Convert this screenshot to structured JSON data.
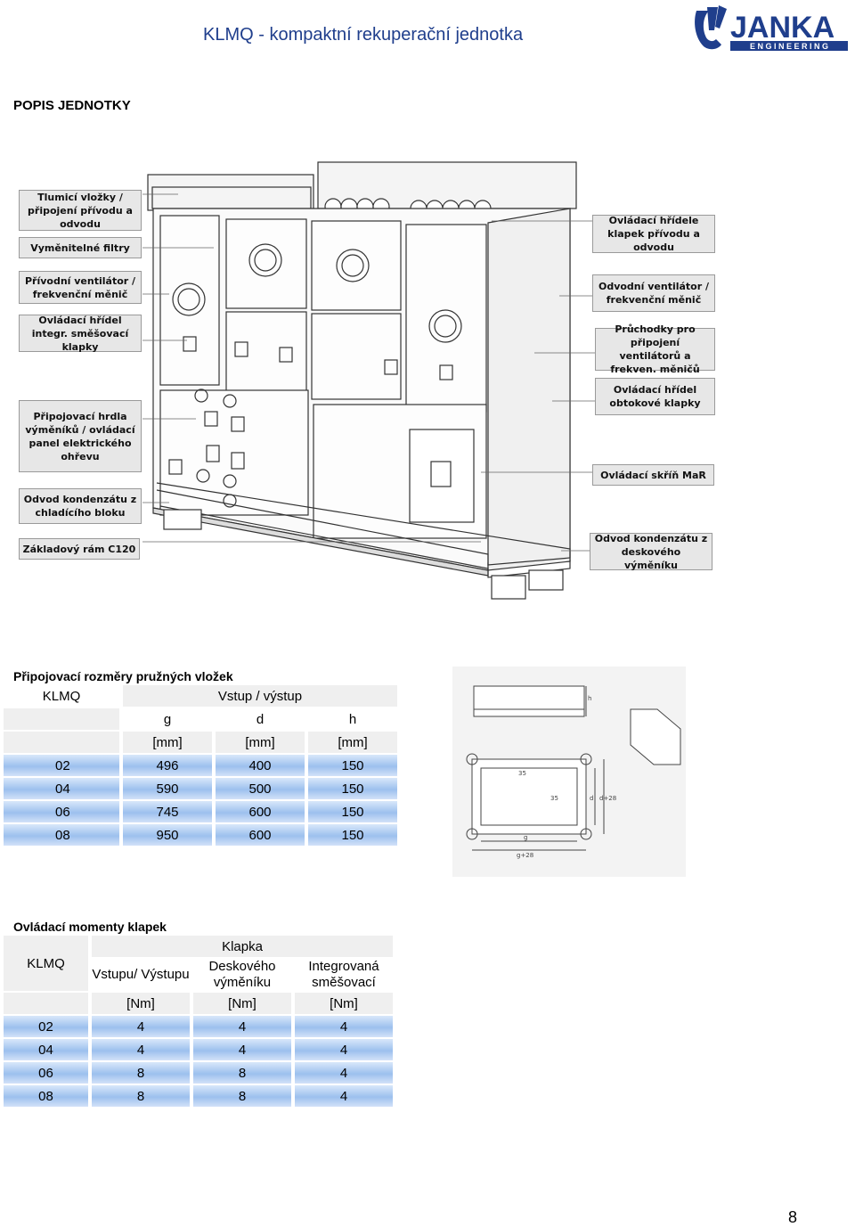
{
  "header": {
    "title": "KLMQ - kompaktní rekuperační jednotka",
    "logo_text": "JANKA",
    "logo_subtext": "E N G I N E E R I N G"
  },
  "section_title": "POPIS JEDNOTKY",
  "callouts": {
    "left": [
      "Tlumicí vložky / připojení přívodu a odvodu",
      "Vyměnitelné filtry",
      "Přívodní ventilátor / frekvenční měnič",
      "Ovládací hřídel integr. směšovací klapky",
      "Připojovací hrdla výměníků / ovládací panel elektrického ohřevu",
      "Odvod kondenzátu z chladícího bloku",
      "Základový rám C120"
    ],
    "right": [
      "Ovládací hřídele klapek přívodu a odvodu",
      "Odvodní ventilátor / frekvenční měnič",
      "Průchodky pro připojení ventilátorů a frekven. měničů",
      "Ovládací hřídel obtokové klapky",
      "Ovládací skříň MaR",
      "Odvod kondenzátu z deskového výměníku"
    ]
  },
  "table1": {
    "title": "Připojovací rozměry pružných vložek",
    "col_model": "KLMQ",
    "group_header": "Vstup / výstup",
    "columns": [
      "g",
      "d",
      "h"
    ],
    "units": [
      "[mm]",
      "[mm]",
      "[mm]"
    ],
    "rows": [
      {
        "model": "02",
        "g": "496",
        "d": "400",
        "h": "150"
      },
      {
        "model": "04",
        "g": "590",
        "d": "500",
        "h": "150"
      },
      {
        "model": "06",
        "g": "745",
        "d": "600",
        "h": "150"
      },
      {
        "model": "08",
        "g": "950",
        "d": "600",
        "h": "150"
      }
    ]
  },
  "flange_drawing": {
    "labels": [
      "h",
      "35",
      "35",
      "d",
      "d+28",
      "g",
      "g+28"
    ]
  },
  "table2": {
    "title": "Ovládací momenty klapek",
    "col_model": "KLMQ",
    "group_header": "Klapka",
    "columns": [
      "Vstupu/ Výstupu",
      "Deskového výměníku",
      "Integrovaná směšovací"
    ],
    "units": [
      "[Nm]",
      "[Nm]",
      "[Nm]"
    ],
    "rows": [
      {
        "model": "02",
        "a": "4",
        "b": "4",
        "c": "4"
      },
      {
        "model": "04",
        "a": "4",
        "b": "4",
        "c": "4"
      },
      {
        "model": "06",
        "a": "8",
        "b": "8",
        "c": "4"
      },
      {
        "model": "08",
        "a": "8",
        "b": "8",
        "c": "4"
      }
    ]
  },
  "page_number": "8",
  "colors": {
    "title_blue": "#1f3e8c",
    "row_blue": "#9cc0ee",
    "callout_gray": "#e7e7e7"
  }
}
